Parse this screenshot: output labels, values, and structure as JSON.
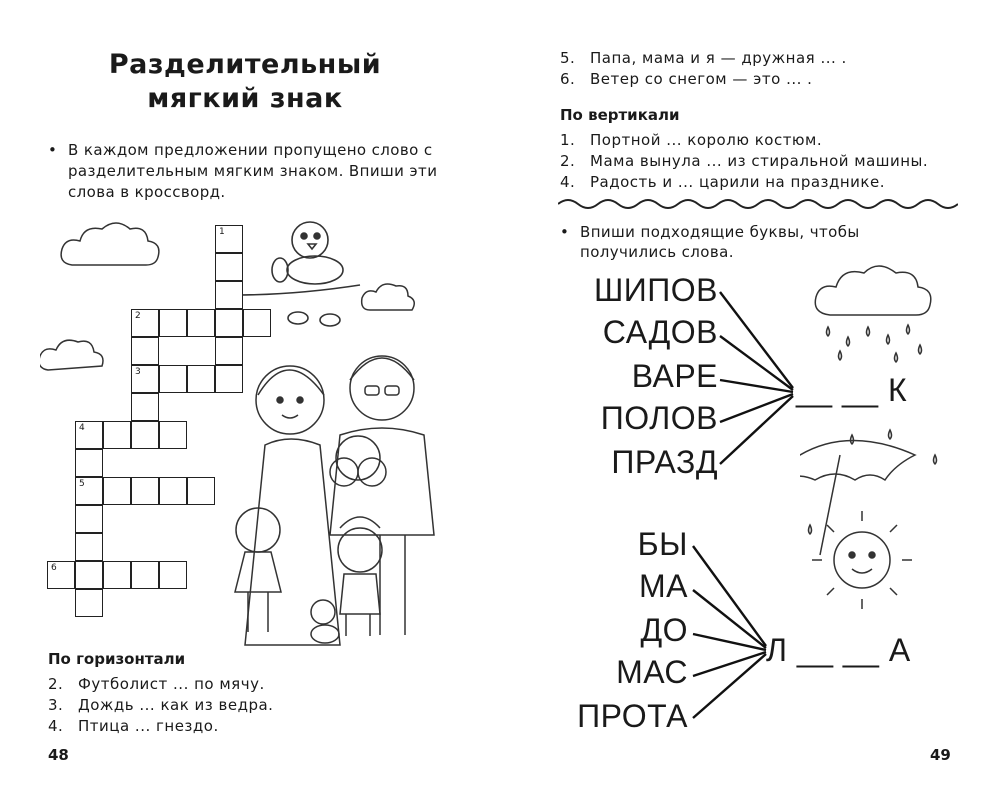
{
  "left_page": {
    "title_line1": "Разделительный",
    "title_line2": "мягкий  знак",
    "instruction": "В каждом предложении пропущено слово с разделительным мягким знаком. Впиши эти слова в кроссворд.",
    "horizontal_header": "По горизонтали",
    "horizontal_clues": [
      {
        "num": "2.",
        "text": "Футболист ... по мячу."
      },
      {
        "num": "3.",
        "text": "Дождь ... как из ведра."
      },
      {
        "num": "4.",
        "text": "Птица ... гнездо."
      }
    ],
    "crossword_numbers": [
      "1",
      "2",
      "3",
      "4",
      "5",
      "6"
    ],
    "page_number": "48"
  },
  "right_page": {
    "horizontal_clues_cont": [
      {
        "num": "5.",
        "text": "Папа, мама и я — дружная ... ."
      },
      {
        "num": "6.",
        "text": "Ветер со снегом — это ... ."
      }
    ],
    "vertical_header": "По вертикали",
    "vertical_clues": [
      {
        "num": "1.",
        "text": "Портной ... королю костюм."
      },
      {
        "num": "2.",
        "text": "Мама вынула ... из стиральной машины."
      },
      {
        "num": "4.",
        "text": "Радость и ... царили на празднике."
      }
    ],
    "instruction": "Впиши подходящие буквы, чтобы получились слова.",
    "group1_words": [
      "ШИПОВ",
      "САДОВ",
      "ВАРЕ",
      "ПОЛОВ",
      "ПРАЗД"
    ],
    "group1_target": "__ __ К",
    "group2_words": [
      "БЫ",
      "МА",
      "ДО",
      "МАС",
      "ПРОТА"
    ],
    "group2_target": "Л __ __ А",
    "page_number": "49"
  }
}
